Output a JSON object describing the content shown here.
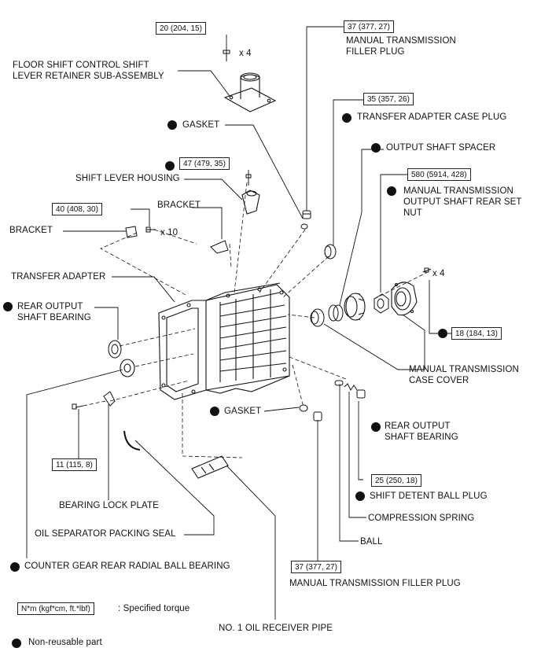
{
  "torque_specs": {
    "retainer_bolt": "20 (204, 15)",
    "filler_plug_top": "37 (377, 27)",
    "transfer_case_plug": "35 (357, 26)",
    "shift_lever_bolt": "47 (479, 35)",
    "rear_set_nut": "580 (5914, 428)",
    "bracket_bolt": "40 (408, 30)",
    "cover_bolt": "18 (184, 13)",
    "lock_plate_bolt": "11 (115, 8)",
    "detent_plug": "25 (250, 18)",
    "filler_plug_bottom": "37 (377, 27)"
  },
  "quantities": {
    "retainer": "x 4",
    "bracket": "x 10",
    "cover": "x 4"
  },
  "labels": {
    "floor_shift_1": "FLOOR SHIFT CONTROL SHIFT",
    "floor_shift_2": "LEVER RETAINER SUB-ASSEMBLY",
    "filler_plug_top_1": "MANUAL TRANSMISSION",
    "filler_plug_top_2": "FILLER PLUG",
    "gasket_top": "GASKET",
    "transfer_case_plug": "TRANSFER ADAPTER CASE PLUG",
    "output_shaft_spacer": "OUTPUT SHAFT SPACER",
    "shift_lever_housing": "SHIFT LEVER HOUSING",
    "rear_set_nut_1": "MANUAL TRANSMISSION",
    "rear_set_nut_2": "OUTPUT SHAFT REAR SET",
    "rear_set_nut_3": "NUT",
    "bracket_upper": "BRACKET",
    "bracket_left": "BRACKET",
    "transfer_adapter": "TRANSFER ADAPTER",
    "rear_output_bearing_left_1": "REAR OUTPUT",
    "rear_output_bearing_left_2": "SHAFT BEARING",
    "case_cover_1": "MANUAL TRANSMISSION",
    "case_cover_2": "CASE COVER",
    "gasket_bottom": "GASKET",
    "rear_output_bearing_right_1": "REAR OUTPUT",
    "rear_output_bearing_right_2": "SHAFT BEARING",
    "bearing_lock_plate": "BEARING LOCK PLATE",
    "detent_ball_plug": "SHIFT DETENT BALL PLUG",
    "compression_spring": "COMPRESSION SPRING",
    "oil_separator_seal": "OIL SEPARATOR PACKING SEAL",
    "ball": "BALL",
    "counter_gear_bearing": "COUNTER GEAR REAR RADIAL BALL BEARING",
    "filler_plug_bottom": "MANUAL TRANSMISSION FILLER PLUG",
    "oil_receiver_pipe": "NO. 1 OIL RECEIVER PIPE"
  },
  "legend": {
    "torque_unit_box": "N*m (kgf*cm, ft.*lbf)",
    "torque_desc": ": Specified torque",
    "non_reusable": "Non-reusable part"
  },
  "colors": {
    "ink": "#111111",
    "background": "#ffffff"
  }
}
